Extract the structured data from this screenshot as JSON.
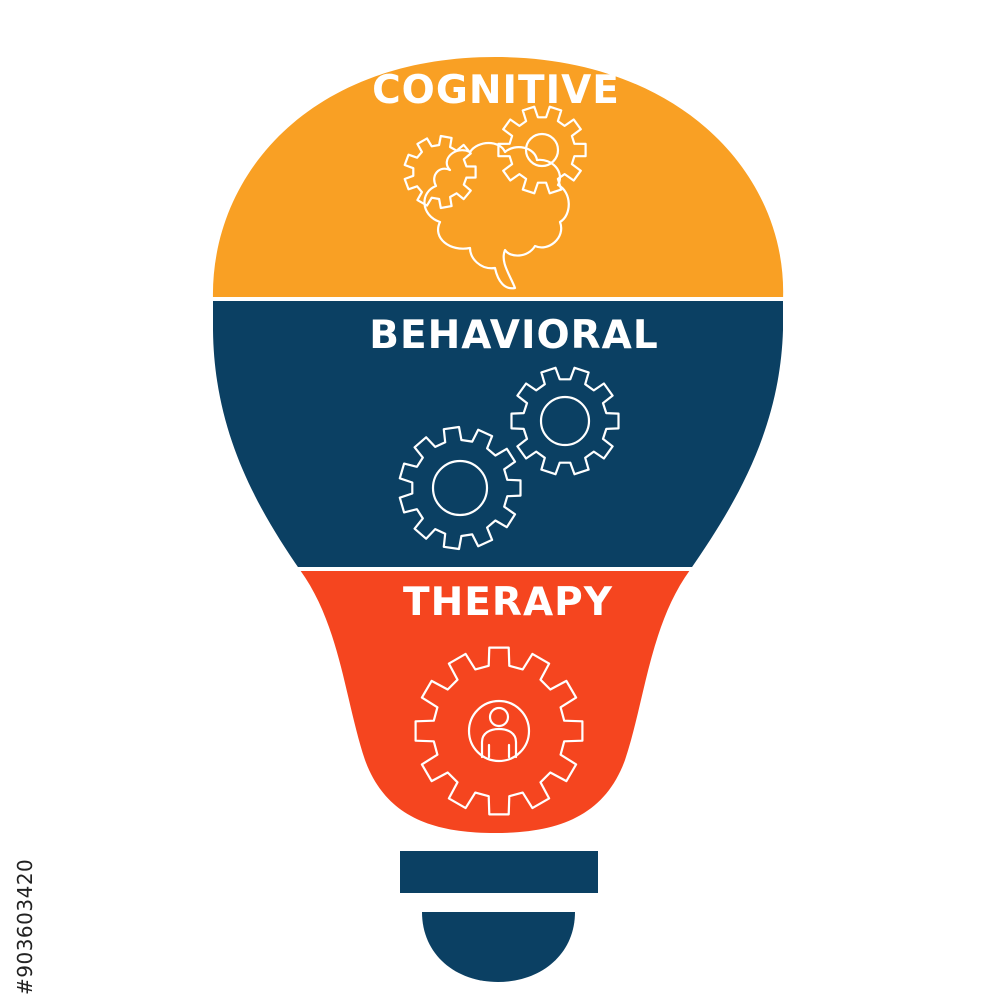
{
  "diagram": {
    "sections": [
      {
        "label": "COGNITIVE",
        "icon": "brain-gears-icon"
      },
      {
        "label": "BEHAVIORAL",
        "icon": "gears-icon"
      },
      {
        "label": "THERAPY",
        "icon": "person-gear-icon"
      }
    ],
    "stock_id": "#903603420"
  },
  "colors": {
    "cognitive": "#F9A024",
    "behavioral": "#0B4063",
    "therapy": "#F5451F",
    "base": "#0B4063",
    "text": "#FFFFFF"
  }
}
